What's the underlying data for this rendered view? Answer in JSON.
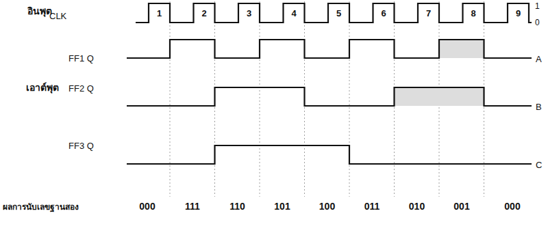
{
  "diagram": {
    "labels": [
      "อินพุต",
      "CLK",
      "1",
      "2",
      "3",
      "4",
      "5",
      "6",
      "7",
      "8",
      "9",
      "1",
      "0",
      "FF1 Q",
      "A",
      "เอาต์พุต",
      "FF2 Q",
      "B",
      "FF3 Q",
      "C",
      "ผลการนับเลขฐานสอง",
      "000",
      "111",
      "110",
      "101",
      "100",
      "011",
      "010",
      "001",
      "000"
    ]
  }
}
